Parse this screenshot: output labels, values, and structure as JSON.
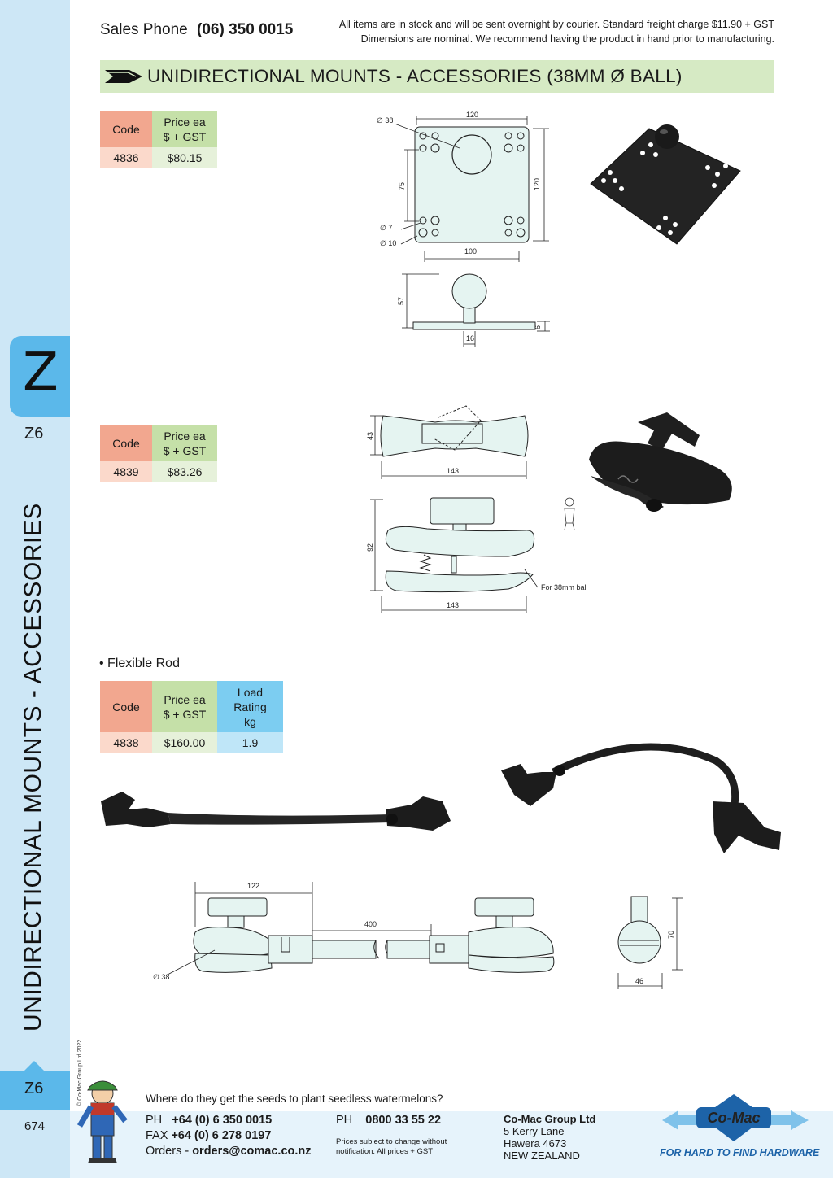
{
  "sidebar": {
    "letter": "Z",
    "section_code": "Z6",
    "vertical_title": "UNIDIRECTIONAL MOUNTS - ACCESSORIES",
    "copyright": "© Co-Mac Group Ltd 2022",
    "bottom_code": "Z6",
    "page_number": "674"
  },
  "header": {
    "sales_label": "Sales Phone",
    "sales_number": "(06) 350 0015",
    "note_line1": "All items are in stock and will be sent overnight by courier. Standard freight charge $11.90 + GST",
    "note_line2": "Dimensions are nominal. We recommend having the product in hand prior to manufacturing."
  },
  "title": "UNIDIRECTIONAL MOUNTS - ACCESSORIES (38MM Ø BALL)",
  "columns": {
    "code": "Code",
    "price_line1": "Price ea",
    "price_line2": "$ + GST",
    "load_line1": "Load",
    "load_line2": "Rating",
    "load_line3": "kg"
  },
  "products": [
    {
      "code": "4836",
      "price": "$80.15"
    },
    {
      "code": "4839",
      "price": "$83.26"
    },
    {
      "label": "• Flexible Rod",
      "code": "4838",
      "price": "$160.00",
      "load": "1.9"
    }
  ],
  "diagrams": {
    "plate": {
      "top_width": "120",
      "side_height": "120",
      "hole_spacing_v": "75",
      "hole_spacing_h": "100",
      "ball_dia": "∅ 38",
      "hole_small": "∅ 7",
      "hole_large": "∅ 10",
      "ball_height": "57",
      "plate_thickness": "6",
      "neck_width": "16"
    },
    "clamp": {
      "width_top": "143",
      "height_top": "43",
      "height_side": "92",
      "width_side": "143",
      "ball_note": "For 38mm ball"
    },
    "rod": {
      "arm_width": "122",
      "rod_length": "400",
      "ball_dia": "∅ 38",
      "end_height": "70",
      "end_width": "46"
    }
  },
  "footer": {
    "trivia": "Where do they get the seeds to plant seedless watermelons?",
    "ph_label": "PH",
    "ph_number": "+64 (0) 6 350 0015",
    "fax_label": "FAX",
    "fax_number": "+64 (0) 6 278 0197",
    "orders_label": "Orders -",
    "orders_email": "orders@comac.co.nz",
    "ph2_label": "PH",
    "ph2_number": "0800 33 55 22",
    "fine_print": "Prices subject to change without notification. All prices + GST",
    "company": "Co-Mac Group Ltd",
    "address1": "5 Kerry Lane",
    "address2": "Hawera 4673",
    "address3": "NEW ZEALAND",
    "logo_text": "Co-Mac",
    "tagline": "FOR HARD TO FIND HARDWARE"
  },
  "colors": {
    "sidebar": "#cde7f6",
    "tab_blue": "#5bb8ea",
    "title_bar": "#d6eac4",
    "code_header": "#f2a78f",
    "price_header": "#c5e0a8",
    "load_header": "#7ccdf1",
    "logo_blue": "#1d63a8"
  }
}
